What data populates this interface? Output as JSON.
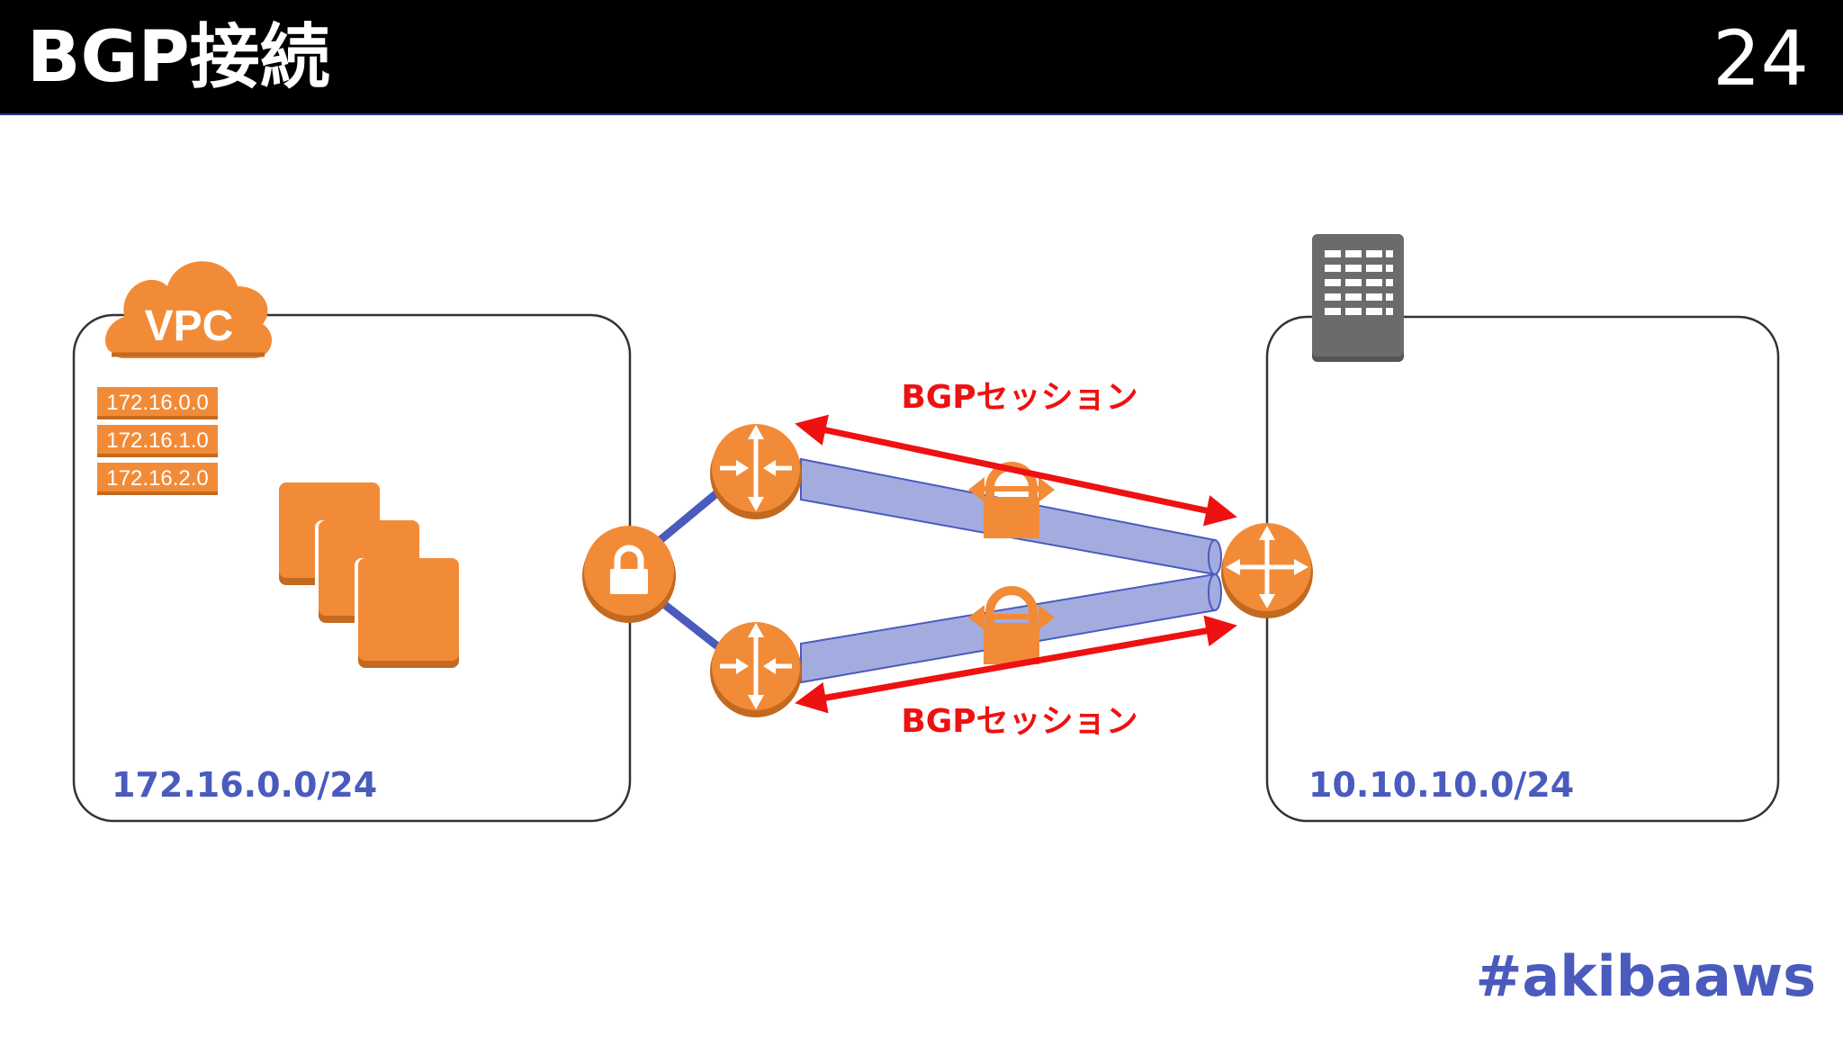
{
  "slide": {
    "title": "BGP接続",
    "page_number": "24",
    "hashtag": "#akibaaws"
  },
  "vpc": {
    "badge": "VPC",
    "subnets": [
      "172.16.0.0",
      "172.16.1.0",
      "172.16.2.0"
    ],
    "cidr": "172.16.0.0/24"
  },
  "onprem": {
    "cidr": "10.10.10.0/24"
  },
  "sessions": {
    "top_label": "BGPセッション",
    "bottom_label": "BGPセッション"
  },
  "colors": {
    "header_bg": "#000000",
    "aws_orange": "#f28b38",
    "tunnel_fill": "#a4acdf",
    "session_arrow": "#ee1111",
    "link_blue": "#4a5bbd",
    "cidr_text": "#4a5bbd"
  },
  "icons": [
    "cloud-icon",
    "instances-icon",
    "vpn-gateway-lock-icon",
    "router-icon",
    "customer-router-icon",
    "building-icon",
    "padlock-icon"
  ]
}
